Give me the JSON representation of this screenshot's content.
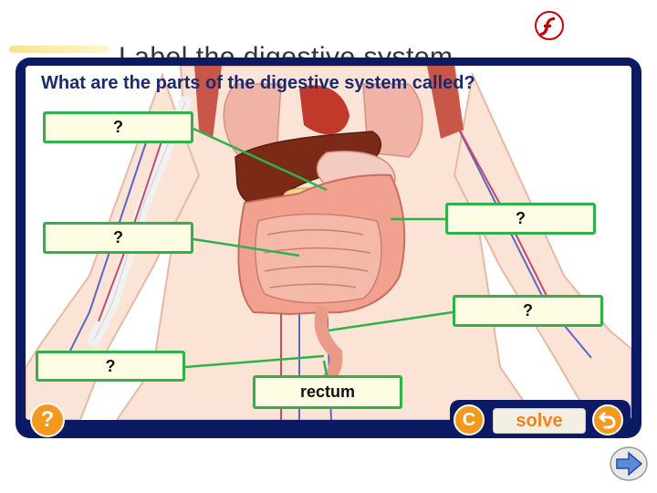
{
  "slide": {
    "title": "Label the digestive system"
  },
  "activity": {
    "question": "What are the parts of the digestive system called?",
    "labels": [
      {
        "text": "?"
      },
      {
        "text": "?"
      },
      {
        "text": "?"
      },
      {
        "text": "?"
      },
      {
        "text": "?"
      },
      {
        "text": "rectum"
      }
    ]
  },
  "controls": {
    "help_label": "?",
    "reset_label": "C",
    "solve_label": "solve"
  },
  "icons": {
    "flash": "flash-logo-icon",
    "help": "help-icon",
    "reset": "reset-icon",
    "undo": "undo-arrow-icon",
    "next": "next-arrow-icon"
  },
  "colors": {
    "frame": "#0c1a63",
    "label_border": "#2fb24a",
    "label_fill": "#fdfde3",
    "button_orange": "#f39a1e",
    "question_text": "#1a2a6e"
  }
}
